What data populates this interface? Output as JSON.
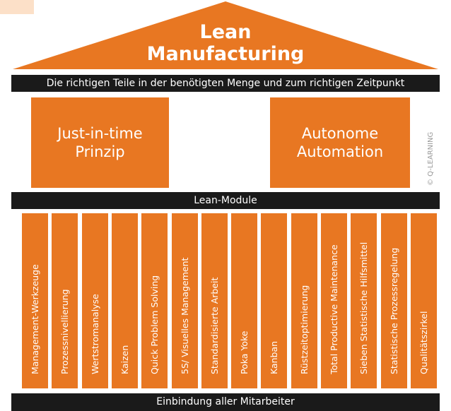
{
  "title": "Lean\nManufacturing",
  "tagline": "Die richtigen Teile in der benötigten Menge und zum richtigen Zeitpunkt",
  "pillars": [
    {
      "label": "Just-in-time\nPrinzip"
    },
    {
      "label": "Autonome\nAutomation"
    }
  ],
  "copyright": "© Q-LEARNING",
  "modules_header": "Lean-Module",
  "modules": [
    "Management-Werkzeuge",
    "Prozessnivellierung",
    "Wertstromanalyse",
    "Kaizen",
    "Quick Problem Solving",
    "5S/ Visuelles Management",
    "Standardisierte Arbeit",
    "Poka Yoke",
    "Kanban",
    "Rüstzeitoptimierung",
    "Total Productive Maintenance",
    "Sieben Statistische Hilfsmittel",
    "Statistische Prozessregelung",
    "Qualitätszirkel"
  ],
  "foundation": "Einbindung aller Mitarbeiter",
  "colors": {
    "accent": "#e87722",
    "dark": "#1a1a1a",
    "tab": "#fce0c8",
    "text_on_accent": "#ffffff"
  }
}
